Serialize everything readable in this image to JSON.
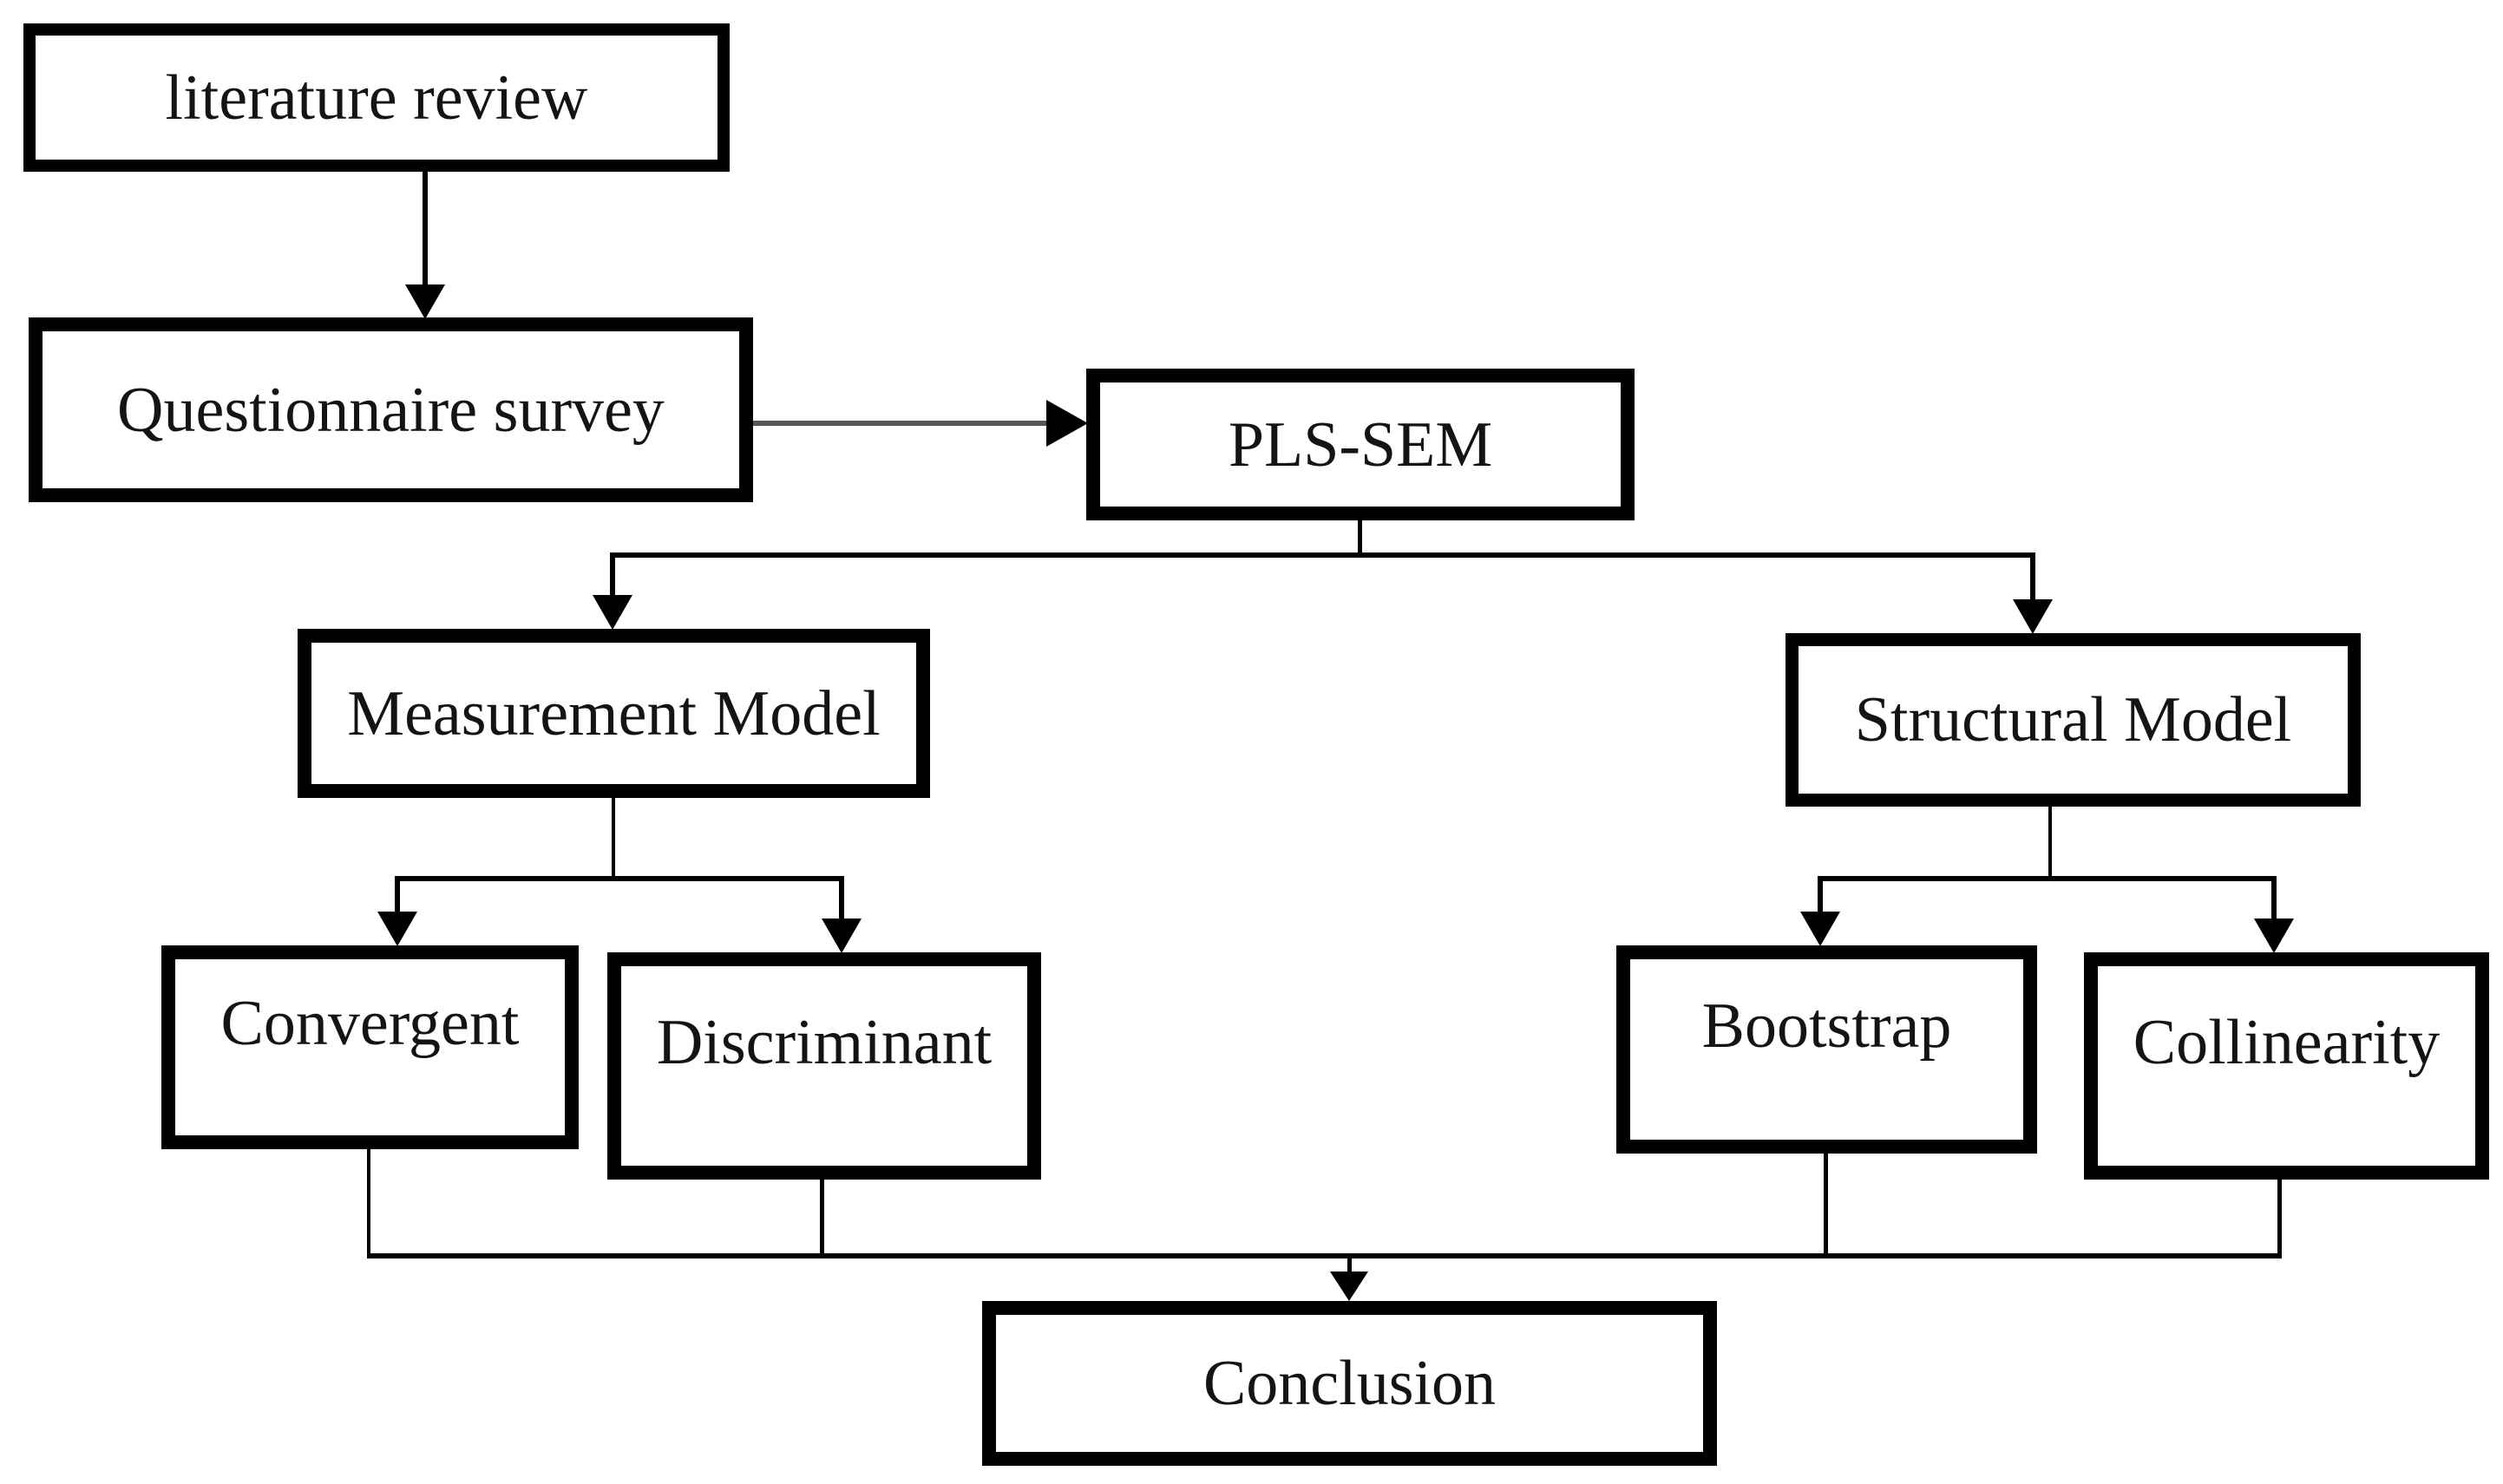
{
  "diagram": {
    "title": "PLS-SEM research methodology flowchart",
    "colors": {
      "background": "#ffffff",
      "box_border": "#000000",
      "text": "#141414",
      "connector": "#000000",
      "survey_to_plssem_connector": "#555555"
    },
    "nodes": {
      "literature_review": {
        "label": "literature review"
      },
      "questionnaire_survey": {
        "label": "Questionnaire survey"
      },
      "pls_sem": {
        "label": "PLS-SEM"
      },
      "measurement_model": {
        "label": "Measurement Model"
      },
      "structural_model": {
        "label": "Structural Model"
      },
      "convergent": {
        "label": "Convergent"
      },
      "discriminant": {
        "label": "Discriminant"
      },
      "bootstrap": {
        "label": "Bootstrap"
      },
      "collinearity": {
        "label": "Collinearity"
      },
      "conclusion": {
        "label": "Conclusion"
      }
    },
    "edges": [
      {
        "from": "literature_review",
        "to": "questionnaire_survey",
        "style": "arrow-down"
      },
      {
        "from": "questionnaire_survey",
        "to": "pls_sem",
        "style": "arrow-right-gray"
      },
      {
        "from": "pls_sem",
        "to": "measurement_model",
        "style": "arrow-down"
      },
      {
        "from": "pls_sem",
        "to": "structural_model",
        "style": "arrow-down"
      },
      {
        "from": "measurement_model",
        "to": "convergent",
        "style": "arrow-down"
      },
      {
        "from": "measurement_model",
        "to": "discriminant",
        "style": "arrow-down"
      },
      {
        "from": "structural_model",
        "to": "bootstrap",
        "style": "arrow-down"
      },
      {
        "from": "structural_model",
        "to": "collinearity",
        "style": "arrow-down"
      },
      {
        "from": "convergent",
        "to": "conclusion",
        "style": "elbow"
      },
      {
        "from": "discriminant",
        "to": "conclusion",
        "style": "elbow"
      },
      {
        "from": "bootstrap",
        "to": "conclusion",
        "style": "elbow"
      },
      {
        "from": "collinearity",
        "to": "conclusion",
        "style": "elbow-arrow-down"
      }
    ]
  }
}
